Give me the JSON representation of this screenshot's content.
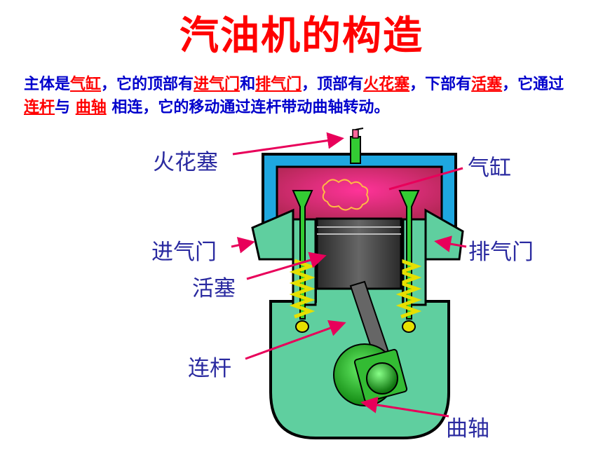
{
  "title": "汽油机的构造",
  "description": {
    "s1": "主体是",
    "k_cylinder": "气缸",
    "s2": "，它的顶部有",
    "k_intake": "进气门",
    "s3": "和",
    "k_exhaust": "排气门",
    "s4": "，顶部有",
    "k_spark": "火花塞",
    "s5": "，下部有",
    "k_piston": "活塞",
    "s6": "，它通过",
    "k_rod": "连杆",
    "s7": "与 ",
    "k_crank": "曲轴",
    "s8": " 相连，它的移动通过连杆带动曲轴转动。"
  },
  "labels": {
    "spark_plug": "火花塞",
    "cylinder": "气缸",
    "intake_valve": "进气门",
    "exhaust_valve": "排气门",
    "piston": "活塞",
    "connecting_rod": "连杆",
    "crankshaft": "曲轴"
  },
  "colors": {
    "title": "#ff0000",
    "text": "#0000cc",
    "keyword": "#ff0000",
    "label": "#2a2aa0",
    "arrow": "#e8005a",
    "head_blue": "#1ea7e0",
    "chamber": "#cc3366",
    "body_green": "#5fcf9f",
    "valve_green": "#33cc33",
    "spring_yellow": "#e6e000",
    "piston_gray": "#444444",
    "crank_green": "#22aa22"
  }
}
